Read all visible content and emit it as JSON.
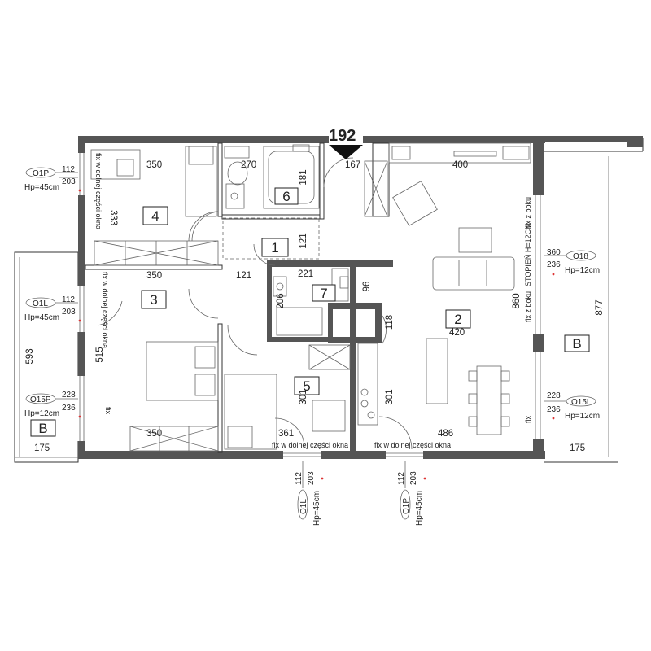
{
  "apartment_number": "192",
  "rooms": [
    {
      "id": "1",
      "width": "121",
      "depth": "121"
    },
    {
      "id": "2",
      "width": "420",
      "depth": "860"
    },
    {
      "id": "3",
      "width": "350",
      "depth": "515"
    },
    {
      "id": "4",
      "width": "350",
      "depth": "333"
    },
    {
      "id": "5",
      "width": "361",
      "depth": "301"
    },
    {
      "id": "6",
      "width": "270",
      "depth": "181"
    },
    {
      "id": "7",
      "width": "221",
      "depth": "206"
    }
  ],
  "dims": {
    "room4_bottom": "350",
    "room3_bottom": "350",
    "hall_right": "167",
    "kitchen_top": "400",
    "room2_bottom": "486",
    "wc7_right": "96",
    "hall_118": "118",
    "room2_left_301": "301",
    "room5_right_301": "301",
    "terrace_right_depth": "877",
    "terrace_left_depth": "593",
    "terrace_left_width": "175",
    "terrace_right_width": "175"
  },
  "windows": [
    {
      "code": "O1P",
      "w": "112",
      "h": "203",
      "hp": "Hp=45cm"
    },
    {
      "code": "O1L",
      "w": "112",
      "h": "203",
      "hp": "Hp=45cm"
    },
    {
      "code": "O15P",
      "w": "228",
      "h": "236",
      "hp": "Hp=12cm"
    },
    {
      "code": "O18",
      "w": "360",
      "h": "236",
      "hp": "Hp=12cm"
    },
    {
      "code": "O15L",
      "w": "228",
      "h": "236",
      "hp": "Hp=12cm"
    },
    {
      "code": "O1L",
      "w": "112",
      "h": "203",
      "hp": "Hp=45cm"
    },
    {
      "code": "O1P",
      "w": "112",
      "h": "203",
      "hp": "Hp=45cm"
    }
  ],
  "notes": {
    "fix_lower_left_1": "fix w dolnej części okna",
    "fix_lower_left_2": "fix w dolnej części okna",
    "fix_lower_bottom_1": "fix w dolnej części okna",
    "fix_lower_bottom_2": "fix w dolnej części okna",
    "fix_left": "fix",
    "fix_right": "fix",
    "fix_side_1": "fix z boku",
    "fix_side_2": "fix z boku",
    "step": "STOPIEŃ H=12CM"
  },
  "terraces": {
    "left": "B",
    "right": "B"
  }
}
